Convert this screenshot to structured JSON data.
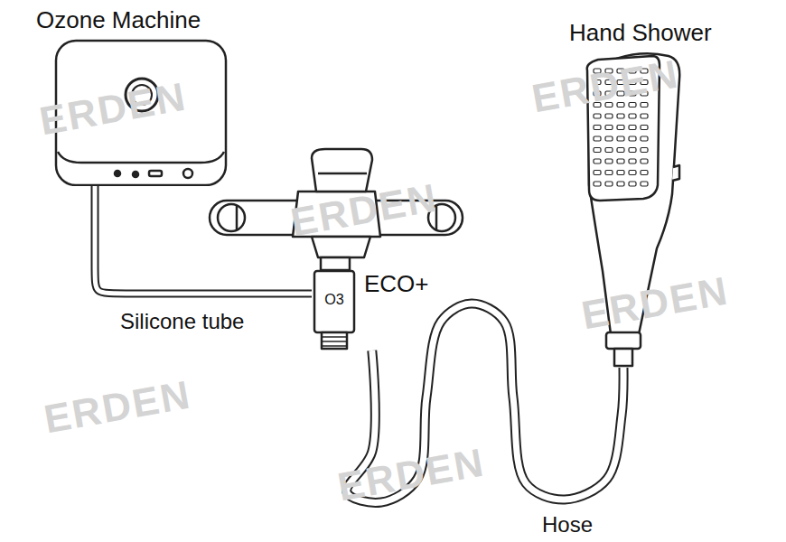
{
  "diagram": {
    "nodes": [
      {
        "text": [
          "Ozone Machine"
        ]
      },
      {
        "text": [
          "ECO+",
          "O3"
        ]
      },
      {
        "text": [
          "Hand Shower"
        ]
      }
    ],
    "edges": [
      {
        "from": 0,
        "to": 1,
        "label": "Silicone tube",
        "arrow": "none"
      },
      {
        "from": 1,
        "to": 2,
        "label": "Hose",
        "arrow": "none"
      }
    ],
    "labels": [
      "ERDEN",
      "ERDEN",
      "ERDEN",
      "ERDEN",
      "ERDEN",
      "ERDEN"
    ]
  }
}
